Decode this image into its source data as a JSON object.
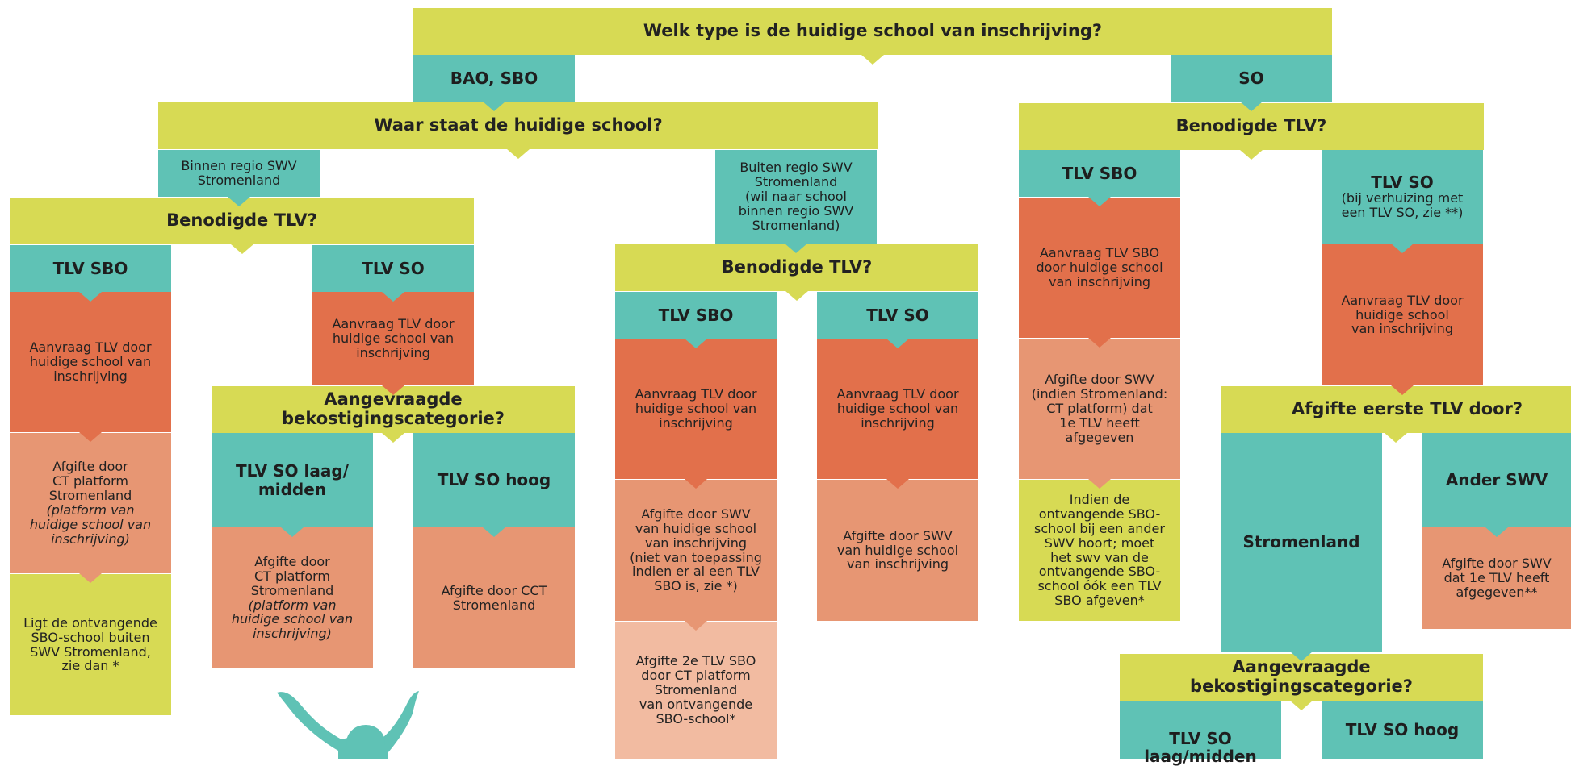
{
  "colors": {
    "question": "#d7da54",
    "tlv": "#5fc2b5",
    "request": "#e2704b",
    "issue": "#e79673",
    "second": "#f2bba1"
  },
  "root_question": "Welk type is de huidige school van inschrijving?",
  "school_types": {
    "bao": "BAO, SBO",
    "so": "SO"
  },
  "left": {
    "question": "Waar staat de huidige school?",
    "inside_region": {
      "label_lines": [
        "Binnen regio SWV",
        "Stromenland"
      ],
      "question": "Benodigde TLV?",
      "tlv_sbo": {
        "title": "TLV SBO",
        "request": [
          "Aanvraag TLV door",
          "huidige school van",
          "inschrijving"
        ],
        "issue": [
          "Afgifte door",
          "CT platform",
          "Stromenland"
        ],
        "issue_note": [
          "(platform van",
          "huidige school van",
          "inschrijving)"
        ],
        "note": [
          "Ligt de ontvangende",
          "SBO-school buiten",
          "SWV Stromenland,",
          "zie dan *"
        ]
      },
      "tlv_so": {
        "title": "TLV SO",
        "request": [
          "Aanvraag TLV door",
          "huidige school van",
          "inschrijving"
        ],
        "question": "Aangevraagde bekostigingscategorie?",
        "low": {
          "title_lines": [
            "TLV SO laag/",
            "midden"
          ],
          "issue": [
            "Afgifte door",
            "CT platform",
            "Stromenland"
          ],
          "issue_note": [
            "(platform van",
            "huidige school van",
            "inschrijving)"
          ]
        },
        "high": {
          "title": "TLV SO hoog",
          "issue": [
            "Afgifte door CCT",
            "Stromenland"
          ]
        }
      }
    },
    "outside_region": {
      "label_lines": [
        "Buiten regio SWV",
        "Stromenland",
        "(wil naar school",
        "binnen regio SWV",
        "Stromenland)"
      ],
      "question": "Benodigde TLV?",
      "tlv_sbo": {
        "title": "TLV SBO",
        "request": [
          "Aanvraag TLV door",
          "huidige school van",
          "inschrijving"
        ],
        "issue": [
          "Afgifte door SWV",
          "van huidige school",
          "van inschrijving",
          "(niet van toepassing",
          "indien er al een TLV",
          "SBO is, zie *)"
        ],
        "second": [
          "Afgifte 2e TLV SBO",
          "door CT platform",
          "Stromenland",
          "van ontvangende",
          "SBO-school*"
        ]
      },
      "tlv_so": {
        "title": "TLV SO",
        "request": [
          "Aanvraag TLV door",
          "huidige school van",
          "inschrijving"
        ],
        "issue": [
          "Afgifte door SWV",
          "van huidige school",
          "van inschrijving"
        ]
      }
    }
  },
  "right": {
    "question": "Benodigde TLV?",
    "tlv_sbo": {
      "title": "TLV SBO",
      "request": [
        "Aanvraag TLV SBO",
        "door huidige school",
        "van inschrijving"
      ],
      "issue": [
        "Afgifte door SWV",
        "(indien Stromenland:",
        "CT platform) dat",
        "1e TLV heeft",
        "afgegeven"
      ],
      "note": [
        "Indien de",
        "ontvangende SBO-",
        "school bij een ander",
        "SWV hoort; moet",
        "het swv van de",
        "ontvangende SBO-",
        "school óók een TLV",
        "SBO afgeven*"
      ]
    },
    "tlv_so": {
      "title": "TLV SO",
      "subtitle_lines": [
        "(bij verhuizing met",
        "een TLV SO, zie **)"
      ],
      "request": [
        "Aanvraag TLV door",
        "huidige school",
        "van inschrijving"
      ],
      "question": "Afgifte eerste TLV door?",
      "stromenland": "Stromenland",
      "other_swv": {
        "title": "Ander SWV",
        "issue": [
          "Afgifte door SWV",
          "dat 1e TLV heeft",
          "afgegeven**"
        ]
      },
      "category_question": "Aangevraagde bekostigingscategorie?",
      "low_lines": [
        "TLV SO",
        "laag/midden"
      ],
      "high": "TLV SO hoog"
    }
  }
}
